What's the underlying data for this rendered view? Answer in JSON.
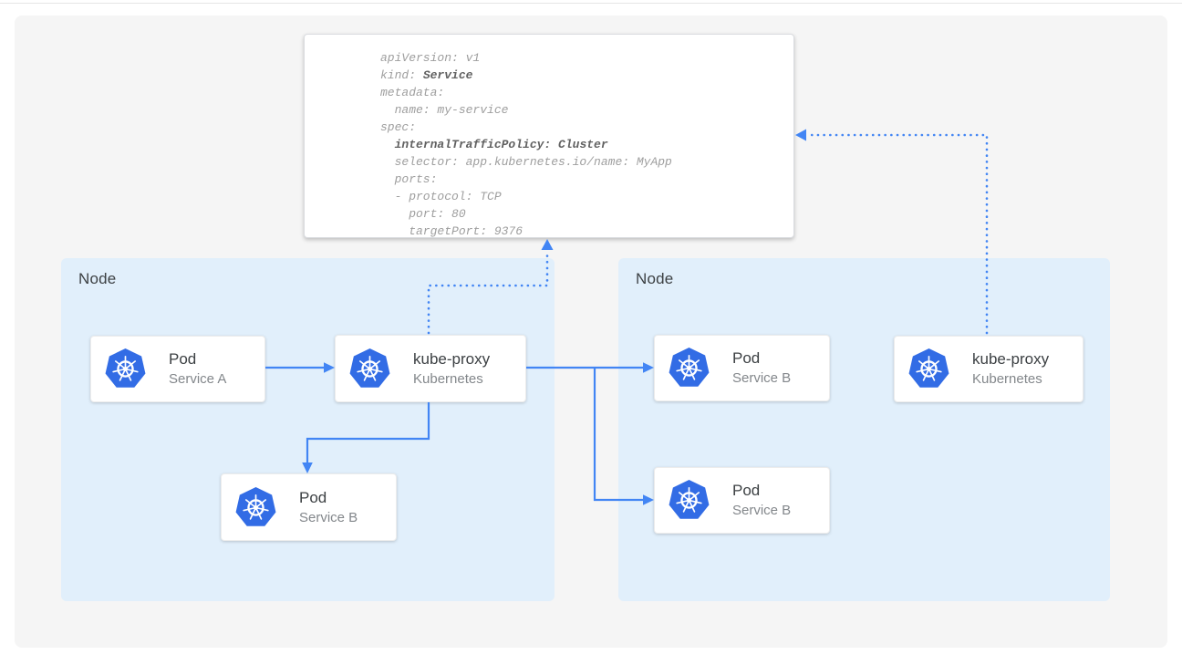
{
  "colors": {
    "canvas_bg": "#f5f5f5",
    "node_bg": "#e1effb",
    "card_bg": "#ffffff",
    "kubernetes_blue": "#326ce5",
    "arrow_blue": "#4285f4",
    "title_text": "#3c4043",
    "subtitle_text": "#83878b",
    "code_text": "#9e9e9e",
    "code_bold_text": "#616161"
  },
  "icons": {
    "kubernetes": "kubernetes-helm-icon"
  },
  "yaml_card": {
    "lines": [
      {
        "pre": "apiVersion: v1"
      },
      {
        "pre": "kind: ",
        "bold": "Service"
      },
      {
        "pre": "metadata:"
      },
      {
        "pre": "  name: my-service"
      },
      {
        "pre": "spec:"
      },
      {
        "pre": "  ",
        "bold": "internalTrafficPolicy: Cluster"
      },
      {
        "pre": "  selector: app.kubernetes.io/name: MyApp"
      },
      {
        "pre": "  ports:"
      },
      {
        "pre": "  - protocol: TCP"
      },
      {
        "pre": "    port: 80"
      },
      {
        "pre": "    targetPort: 9376"
      }
    ]
  },
  "nodes": {
    "left": {
      "label": "Node"
    },
    "right": {
      "label": "Node"
    }
  },
  "cards": {
    "pod_a": {
      "title": "Pod",
      "subtitle": "Service A"
    },
    "kube_proxy_left": {
      "title": "kube-proxy",
      "subtitle": "Kubernetes"
    },
    "pod_b_left": {
      "title": "Pod",
      "subtitle": "Service B"
    },
    "pod_b_right_top": {
      "title": "Pod",
      "subtitle": "Service B"
    },
    "pod_b_right_bottom": {
      "title": "Pod",
      "subtitle": "Service B"
    },
    "kube_proxy_right": {
      "title": "kube-proxy",
      "subtitle": "Kubernetes"
    }
  }
}
